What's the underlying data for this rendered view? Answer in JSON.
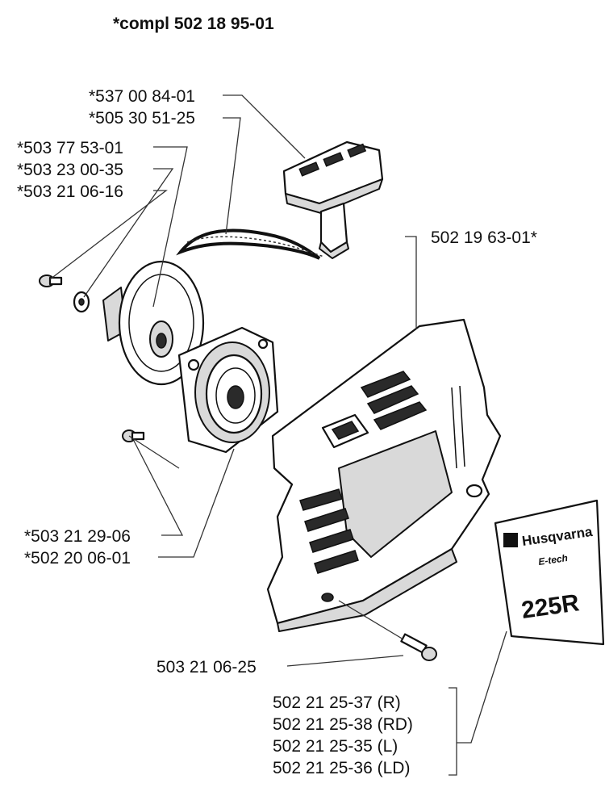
{
  "title": "*compl 502 18 95-01",
  "labels": {
    "handle": "*537 00 84-01",
    "rope": "*505 30 51-25",
    "pulley": "*503 77 53-01",
    "washer": "*503 23 00-35",
    "screw_pulley": "*503 21 06-16",
    "cover": "502 19 63-01*",
    "screw_housing": "*503 21 29-06",
    "housing": "*502 20 06-01",
    "screw_cover": "503 21 06-25",
    "decal_r": "502 21 25-37 (R)",
    "decal_rd": "502 21 25-38 (RD)",
    "decal_l": "502 21 25-35 (L)",
    "decal_ld": "502 21 25-36 (LD)"
  },
  "decal": {
    "brand": "Husqvarna",
    "sub": "E-tech",
    "model": "225R"
  }
}
